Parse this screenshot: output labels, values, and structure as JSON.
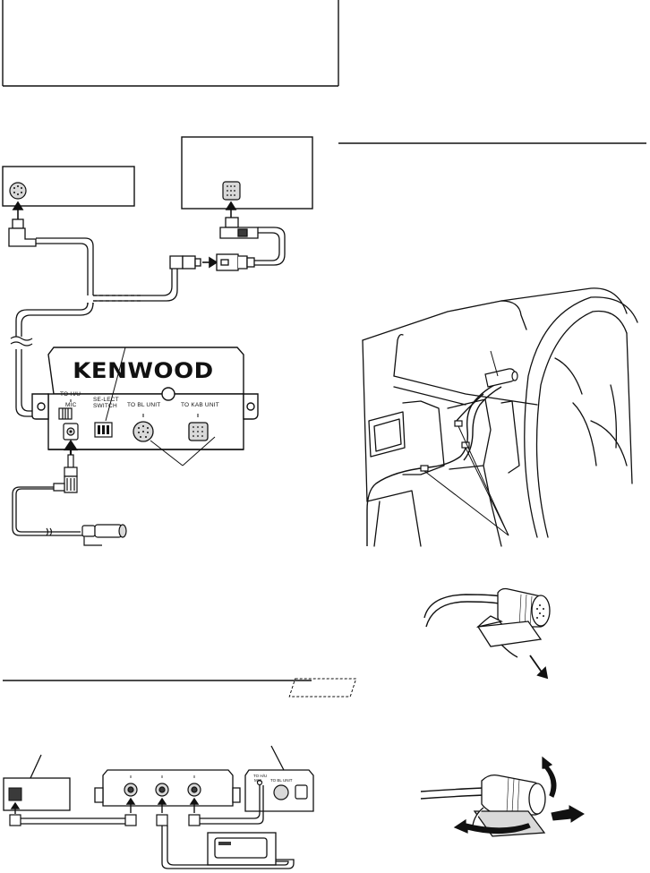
{
  "control_box": {
    "brand": "KENWOOD",
    "port_labels": {
      "to_hu": "TO H/U",
      "mic": "MIC",
      "select_switch_1": "SE-LECT",
      "select_switch_2": "SWITCH",
      "to_bl_unit": "TO BL UNIT",
      "to_kab_unit": "TO KAB UNIT"
    }
  },
  "small_unit_labels": {
    "to_hu": "TO H/U",
    "mic": "MIC",
    "to_bl_unit": "TO BL UNIT"
  },
  "colors": {
    "line": "#111111",
    "fill_gray": "#d9d9d9",
    "dark_fill": "#3a3a3a"
  }
}
